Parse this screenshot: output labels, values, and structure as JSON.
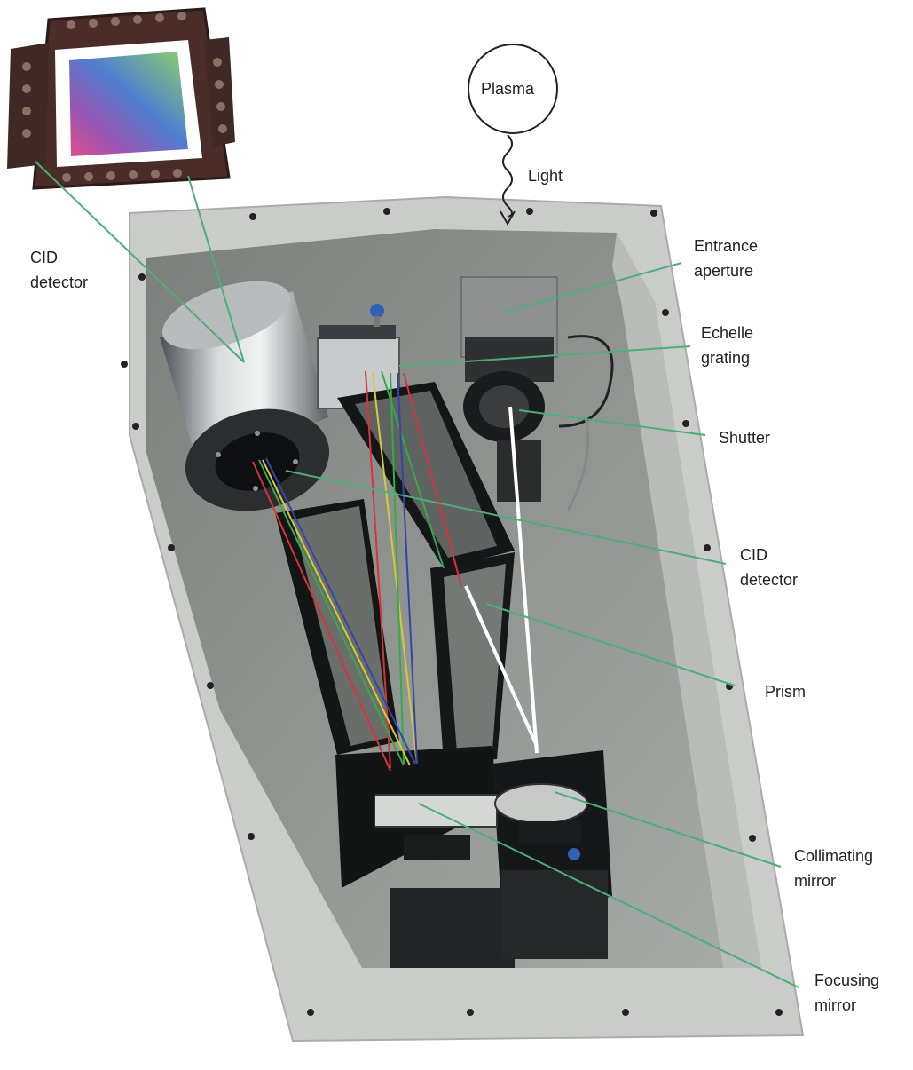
{
  "source": {
    "label": "Plasma",
    "arrow_label": "Light"
  },
  "labels": {
    "cid_detector_chip": [
      "CID",
      "detector"
    ],
    "entrance_aperture": [
      "Entrance",
      "aperture"
    ],
    "echelle_grating": [
      "Echelle",
      "grating"
    ],
    "shutter": [
      "Shutter"
    ],
    "cid_detector": [
      "CID",
      "detector"
    ],
    "prism": [
      "Prism"
    ],
    "collimating_mirror": [
      "Collimating",
      "mirror"
    ],
    "focusing_mirror": [
      "Focusing",
      "mirror"
    ]
  },
  "colors": {
    "leader_line": "#4cae78",
    "housing": "#c9ccc8",
    "housing_inner": "#8f938f",
    "ray_red": "#d8323a",
    "ray_green": "#3aa848",
    "ray_blue": "#3346a8",
    "ray_yellow": "#d6c93a",
    "ray_white": "#ffffff"
  }
}
